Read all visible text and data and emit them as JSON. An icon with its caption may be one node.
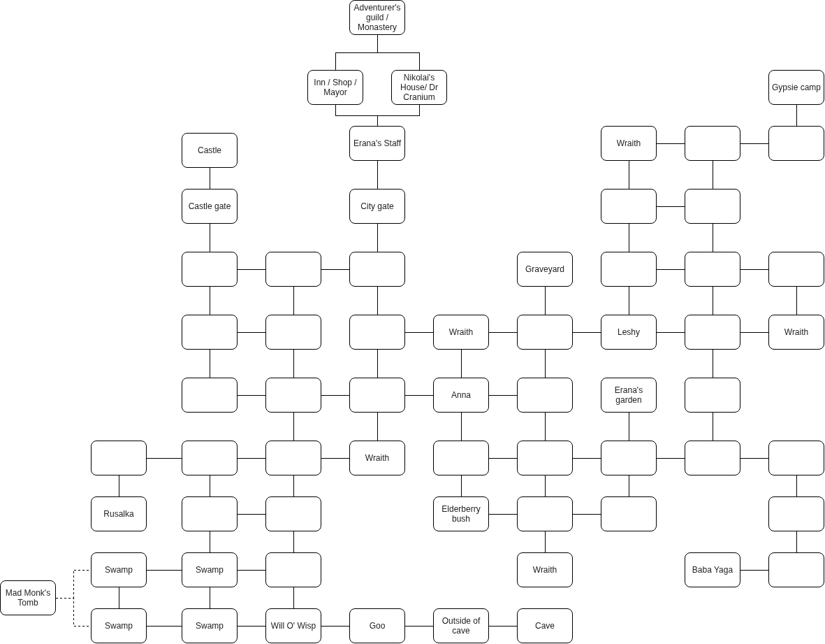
{
  "diagram": {
    "nodes": [
      {
        "text": [
          "Adventurer's guild / Monastery"
        ]
      },
      {
        "text": [
          "Inn / Shop / Mayor"
        ]
      },
      {
        "text": [
          "Nikolai's House/ Dr Cranium"
        ]
      },
      {
        "text": [
          "Gypsie camp"
        ]
      },
      {
        "text": [
          "Castle"
        ]
      },
      {
        "text": [
          "Erana's Staff"
        ]
      },
      {
        "text": [
          "Wraith"
        ]
      },
      {
        "text": [],
        "shape": "box"
      },
      {
        "text": [],
        "shape": "box"
      },
      {
        "text": [
          "Castle gate"
        ]
      },
      {
        "text": [
          "City gate"
        ]
      },
      {
        "text": [],
        "shape": "box"
      },
      {
        "text": [],
        "shape": "box"
      },
      {
        "text": [],
        "shape": "box"
      },
      {
        "text": [],
        "shape": "box"
      },
      {
        "text": [],
        "shape": "box"
      },
      {
        "text": [
          "Graveyard"
        ]
      },
      {
        "text": [],
        "shape": "box"
      },
      {
        "text": [],
        "shape": "box"
      },
      {
        "text": [],
        "shape": "box"
      },
      {
        "text": [],
        "shape": "box"
      },
      {
        "text": [],
        "shape": "box"
      },
      {
        "text": [],
        "shape": "box"
      },
      {
        "text": [
          "Wraith"
        ]
      },
      {
        "text": [],
        "shape": "box"
      },
      {
        "text": [
          "Leshy"
        ]
      },
      {
        "text": [],
        "shape": "box"
      },
      {
        "text": [
          "Wraith"
        ]
      },
      {
        "text": [],
        "shape": "box"
      },
      {
        "text": [],
        "shape": "box"
      },
      {
        "text": [],
        "shape": "box"
      },
      {
        "text": [
          "Anna"
        ]
      },
      {
        "text": [],
        "shape": "box"
      },
      {
        "text": [
          "Erana's garden"
        ]
      },
      {
        "text": [],
        "shape": "box"
      },
      {
        "text": [],
        "shape": "box"
      },
      {
        "text": [],
        "shape": "box"
      },
      {
        "text": [],
        "shape": "box"
      },
      {
        "text": [
          "Wraith"
        ]
      },
      {
        "text": [],
        "shape": "box"
      },
      {
        "text": [],
        "shape": "box"
      },
      {
        "text": [],
        "shape": "box"
      },
      {
        "text": [],
        "shape": "box"
      },
      {
        "text": [],
        "shape": "box"
      },
      {
        "text": [
          "Rusalka"
        ]
      },
      {
        "text": [],
        "shape": "box"
      },
      {
        "text": [],
        "shape": "box"
      },
      {
        "text": [
          "Elderberry bush"
        ]
      },
      {
        "text": [],
        "shape": "box"
      },
      {
        "text": [],
        "shape": "box"
      },
      {
        "text": [],
        "shape": "box"
      },
      {
        "text": [
          "Swamp"
        ]
      },
      {
        "text": [
          "Swamp"
        ]
      },
      {
        "text": [],
        "shape": "box"
      },
      {
        "text": [
          "Wraith"
        ]
      },
      {
        "text": [
          "Baba Yaga"
        ]
      },
      {
        "text": [],
        "shape": "box"
      },
      {
        "text": [
          "Mad Monk's Tomb"
        ]
      },
      {
        "text": [
          "Swamp"
        ]
      },
      {
        "text": [
          "Swamp"
        ]
      },
      {
        "text": [
          "Will O' Wisp"
        ]
      },
      {
        "text": [
          "Goo"
        ]
      },
      {
        "text": [
          "Outside of cave"
        ]
      },
      {
        "text": [
          "Cave"
        ]
      }
    ],
    "edges": [
      {
        "from": 0,
        "to": 1,
        "arrow": "none"
      },
      {
        "from": 0,
        "to": 2,
        "arrow": "none"
      },
      {
        "from": 1,
        "to": 5,
        "arrow": "none"
      },
      {
        "from": 2,
        "to": 5,
        "arrow": "none"
      },
      {
        "from": 3,
        "to": 8,
        "arrow": "none"
      },
      {
        "from": 4,
        "to": 9,
        "arrow": "none"
      },
      {
        "from": 5,
        "to": 10,
        "arrow": "none"
      },
      {
        "from": 6,
        "to": 7,
        "arrow": "none"
      },
      {
        "from": 7,
        "to": 8,
        "arrow": "none"
      },
      {
        "from": 6,
        "to": 11,
        "arrow": "none"
      },
      {
        "from": 7,
        "to": 12,
        "arrow": "none"
      },
      {
        "from": 11,
        "to": 12,
        "arrow": "none"
      },
      {
        "from": 9,
        "to": 13,
        "arrow": "none"
      },
      {
        "from": 10,
        "to": 15,
        "arrow": "none"
      },
      {
        "from": 11,
        "to": 17,
        "arrow": "none"
      },
      {
        "from": 12,
        "to": 18,
        "arrow": "none"
      },
      {
        "from": 13,
        "to": 14,
        "arrow": "none"
      },
      {
        "from": 14,
        "to": 15,
        "arrow": "none"
      },
      {
        "from": 17,
        "to": 18,
        "arrow": "none"
      },
      {
        "from": 18,
        "to": 19,
        "arrow": "none"
      },
      {
        "from": 13,
        "to": 20,
        "arrow": "none"
      },
      {
        "from": 14,
        "to": 21,
        "arrow": "none"
      },
      {
        "from": 15,
        "to": 22,
        "arrow": "none"
      },
      {
        "from": 16,
        "to": 24,
        "arrow": "none"
      },
      {
        "from": 17,
        "to": 25,
        "arrow": "none"
      },
      {
        "from": 18,
        "to": 26,
        "arrow": "none"
      },
      {
        "from": 19,
        "to": 27,
        "arrow": "none"
      },
      {
        "from": 20,
        "to": 21,
        "arrow": "none"
      },
      {
        "from": 22,
        "to": 23,
        "arrow": "none"
      },
      {
        "from": 23,
        "to": 24,
        "arrow": "none"
      },
      {
        "from": 24,
        "to": 25,
        "arrow": "none"
      },
      {
        "from": 25,
        "to": 26,
        "arrow": "none"
      },
      {
        "from": 26,
        "to": 27,
        "arrow": "none"
      },
      {
        "from": 20,
        "to": 28,
        "arrow": "none"
      },
      {
        "from": 21,
        "to": 29,
        "arrow": "none"
      },
      {
        "from": 22,
        "to": 30,
        "arrow": "none"
      },
      {
        "from": 23,
        "to": 31,
        "arrow": "none"
      },
      {
        "from": 24,
        "to": 32,
        "arrow": "none"
      },
      {
        "from": 26,
        "to": 34,
        "arrow": "none"
      },
      {
        "from": 28,
        "to": 29,
        "arrow": "none"
      },
      {
        "from": 29,
        "to": 30,
        "arrow": "none"
      },
      {
        "from": 30,
        "to": 31,
        "arrow": "none"
      },
      {
        "from": 31,
        "to": 32,
        "arrow": "none"
      },
      {
        "from": 29,
        "to": 37,
        "arrow": "none"
      },
      {
        "from": 30,
        "to": 38,
        "arrow": "none"
      },
      {
        "from": 31,
        "to": 39,
        "arrow": "none"
      },
      {
        "from": 32,
        "to": 40,
        "arrow": "none"
      },
      {
        "from": 33,
        "to": 41,
        "arrow": "none"
      },
      {
        "from": 34,
        "to": 42,
        "arrow": "none"
      },
      {
        "from": 35,
        "to": 36,
        "arrow": "none"
      },
      {
        "from": 36,
        "to": 37,
        "arrow": "none"
      },
      {
        "from": 37,
        "to": 38,
        "arrow": "none"
      },
      {
        "from": 39,
        "to": 40,
        "arrow": "none"
      },
      {
        "from": 40,
        "to": 41,
        "arrow": "none"
      },
      {
        "from": 41,
        "to": 42,
        "arrow": "none"
      },
      {
        "from": 42,
        "to": 43,
        "arrow": "none"
      },
      {
        "from": 35,
        "to": 44,
        "arrow": "none"
      },
      {
        "from": 36,
        "to": 45,
        "arrow": "none"
      },
      {
        "from": 37,
        "to": 46,
        "arrow": "none"
      },
      {
        "from": 39,
        "to": 47,
        "arrow": "none"
      },
      {
        "from": 40,
        "to": 48,
        "arrow": "none"
      },
      {
        "from": 41,
        "to": 49,
        "arrow": "none"
      },
      {
        "from": 43,
        "to": 50,
        "arrow": "none"
      },
      {
        "from": 45,
        "to": 46,
        "arrow": "none"
      },
      {
        "from": 47,
        "to": 48,
        "arrow": "none"
      },
      {
        "from": 48,
        "to": 49,
        "arrow": "none"
      },
      {
        "from": 45,
        "to": 52,
        "arrow": "none"
      },
      {
        "from": 46,
        "to": 53,
        "arrow": "none"
      },
      {
        "from": 48,
        "to": 54,
        "arrow": "none"
      },
      {
        "from": 50,
        "to": 56,
        "arrow": "none"
      },
      {
        "from": 51,
        "to": 52,
        "arrow": "none"
      },
      {
        "from": 52,
        "to": 53,
        "arrow": "none"
      },
      {
        "from": 55,
        "to": 56,
        "arrow": "none"
      },
      {
        "from": 51,
        "to": 58,
        "arrow": "none"
      },
      {
        "from": 52,
        "to": 59,
        "arrow": "none"
      },
      {
        "from": 53,
        "to": 60,
        "arrow": "none"
      },
      {
        "from": 58,
        "to": 59,
        "arrow": "none"
      },
      {
        "from": 59,
        "to": 60,
        "arrow": "none"
      },
      {
        "from": 60,
        "to": 61,
        "arrow": "none"
      },
      {
        "from": 61,
        "to": 62,
        "arrow": "none"
      },
      {
        "from": 62,
        "to": 63,
        "arrow": "none"
      },
      {
        "from": 57,
        "to": 51,
        "arrow": "none",
        "style": "dashed"
      },
      {
        "from": 57,
        "to": 58,
        "arrow": "none",
        "style": "dashed"
      }
    ]
  }
}
